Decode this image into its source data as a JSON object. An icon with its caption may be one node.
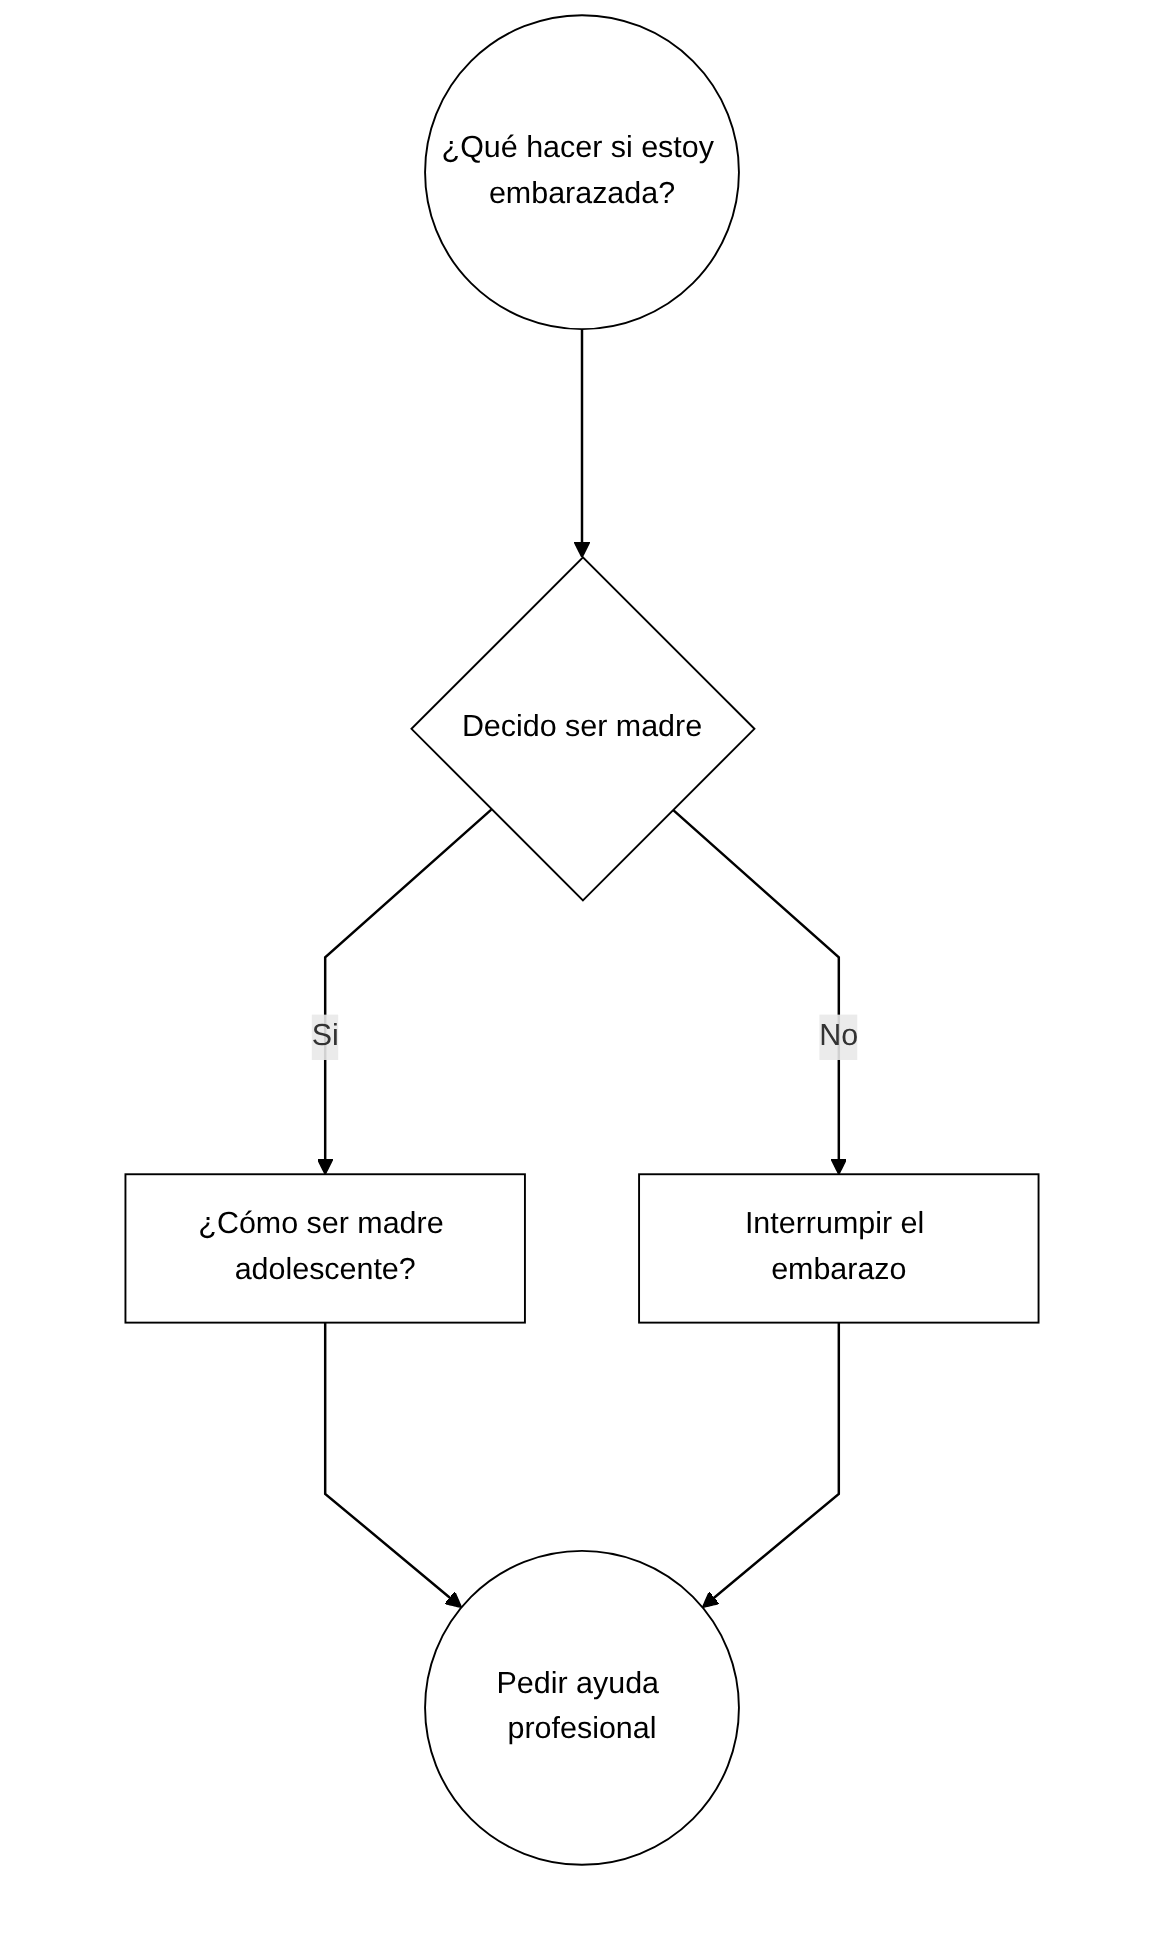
{
  "diagram": {
    "nodes": [
      {
        "text": [
          "¿Qué hacer si estoy embarazada?"
        ]
      },
      {
        "text": [
          "Decido ser madre"
        ]
      },
      {
        "text": [
          "Interrumpir el embarazo"
        ]
      },
      {
        "text": [
          "¿Cómo ser madre adolescente?"
        ]
      },
      {
        "text": [
          "Pedir ayuda profesional"
        ]
      }
    ],
    "edges": [
      {
        "from": 0,
        "to": 1,
        "arrow": "to"
      },
      {
        "from": 1,
        "to": 2,
        "arrow": "to",
        "label": "No"
      },
      {
        "from": 1,
        "to": 3,
        "arrow": "to",
        "label": "Si"
      },
      {
        "from": 3,
        "to": 4,
        "arrow": "to"
      },
      {
        "from": 2,
        "to": 4,
        "arrow": "to"
      }
    ]
  }
}
